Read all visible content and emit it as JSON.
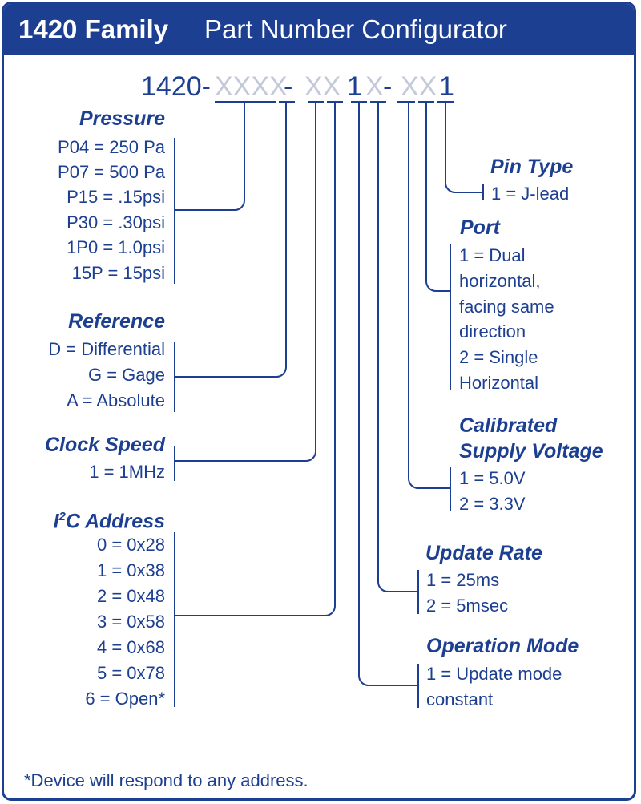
{
  "header": {
    "title_bold": "1420 Family",
    "title_rest": "Part Number Configurator"
  },
  "part_number": {
    "prefix": "1420-",
    "pressure": "XXXX",
    "sep1": "-",
    "ref_clock_i2c": "XX",
    "op_mode": "1",
    "update_rate": "X",
    "sep2": "-",
    "voltage_port": "XX",
    "pin_type": "1"
  },
  "pressure": {
    "heading": "Pressure",
    "options": [
      "P04 = 250 Pa",
      "P07 = 500 Pa",
      "P15 = .15psi",
      "P30 = .30psi",
      "1P0 = 1.0psi",
      "15P = 15psi"
    ]
  },
  "reference": {
    "heading": "Reference",
    "options": [
      "D = Differential",
      "G =  Gage",
      "A = Absolute"
    ]
  },
  "clock_speed": {
    "heading": "Clock Speed",
    "options": [
      "1 = 1MHz"
    ]
  },
  "i2c_address": {
    "heading_prefix": "I",
    "heading_sup": "2",
    "heading_rest": "C Address",
    "options": [
      "0 = 0x28",
      "1 = 0x38",
      "2 = 0x48",
      "3 = 0x58",
      "4 = 0x68",
      "5 = 0x78",
      "6 = Open*"
    ]
  },
  "pin_type": {
    "heading": "Pin Type",
    "options": [
      "1 = J-lead"
    ]
  },
  "port": {
    "heading": "Port",
    "options": [
      "1 = Dual",
      "horizontal,",
      "facing same",
      "direction",
      "2 = Single",
      "Horizontal"
    ]
  },
  "supply_voltage": {
    "heading_line1": "Calibrated",
    "heading_line2": "Supply Voltage",
    "options": [
      "1 = 5.0V",
      "2 = 3.3V"
    ]
  },
  "update_rate": {
    "heading": "Update Rate",
    "options": [
      "1 = 25ms",
      "2 = 5msec"
    ]
  },
  "operation_mode": {
    "heading": "Operation Mode",
    "options": [
      "1 = Update mode",
      "constant"
    ]
  },
  "footnote": "*Device will respond to any address.",
  "colors": {
    "brand_blue": "#1d3f91",
    "placeholder_gray": "#c3c9d9",
    "background": "#ffffff"
  }
}
